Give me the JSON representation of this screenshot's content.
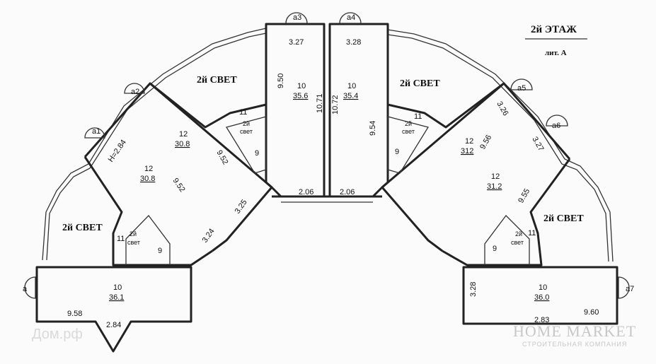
{
  "header": {
    "floor_title": "2й ЭТАЖ",
    "subtitle": "лит. А"
  },
  "labels": {
    "svet": "2й СВЕТ",
    "svet_small_top": "2й",
    "svet_small_bottom": "свет",
    "svet_small_bottom_cut": "свет"
  },
  "balconies": [
    "a1",
    "a2",
    "a3",
    "a4",
    "a5",
    "a6",
    "a7",
    "a"
  ],
  "rooms": [
    {
      "id": "r-top-left",
      "num": "10",
      "area": "35.6"
    },
    {
      "id": "r-top-right",
      "num": "10",
      "area": "35.4"
    },
    {
      "id": "r-left-upper",
      "num": "12",
      "area": "30.8"
    },
    {
      "id": "r-left-lower",
      "num": "12",
      "area": "30.8"
    },
    {
      "id": "r-right-upper",
      "num": "12",
      "area": "312"
    },
    {
      "id": "r-right-lower",
      "num": "12",
      "area": "31.2"
    },
    {
      "id": "r-bottom-left",
      "num": "10",
      "area": "36.1"
    },
    {
      "id": "r-bottom-right",
      "num": "10",
      "area": "36.0"
    }
  ],
  "stairs": {
    "num_11": "11",
    "num_9": "9"
  },
  "dimensions": {
    "d327": "3.27",
    "d328": "3.28",
    "d950": "9.50",
    "d1071": "10.71",
    "d1072": "10.72",
    "d954": "9.54",
    "d952a": "9.52",
    "d952b": "9.52",
    "d956": "9.56",
    "d955": "9.55",
    "d326": "3.26",
    "d327b": "3.27",
    "d325": "3.25",
    "d324": "3.24",
    "d206a": "2.06",
    "d206b": "2.06",
    "h284": "H=2.84",
    "d958": "9.58",
    "d284": "2.84",
    "d328b": "3.28",
    "d283": "2.83",
    "d960": "9.60"
  },
  "watermarks": {
    "brand": "HOME MARKET",
    "brand_sub": "СТРОИТЕЛЬНАЯ КОМПАНИЯ",
    "site": "Дом.рф"
  }
}
